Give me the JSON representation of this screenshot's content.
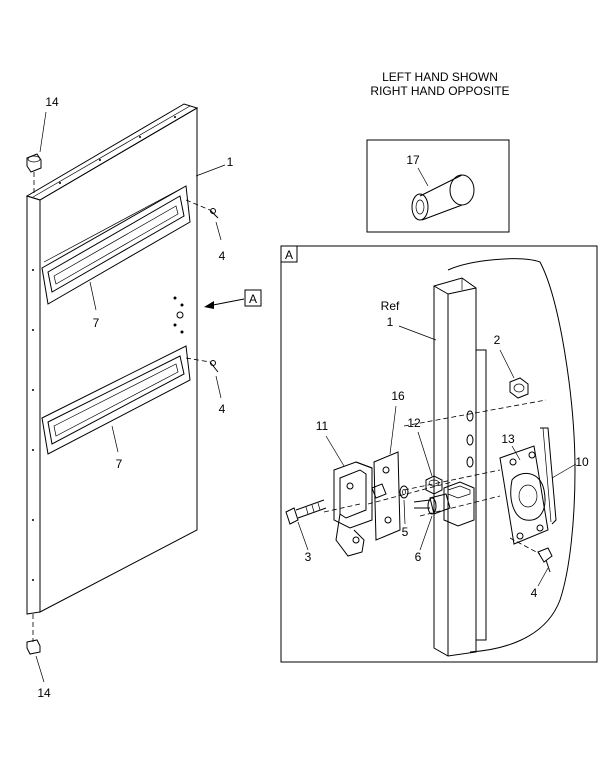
{
  "note": {
    "line1": "LEFT HAND SHOWN",
    "line2": "RIGHT HAND OPPOSITE"
  },
  "detail": {
    "letter": "A",
    "callout_letter": "A",
    "ref_word": "Ref",
    "ref_number": "1"
  },
  "callouts": {
    "c14_top": "14",
    "c1": "1",
    "c4_upper": "4",
    "c7_upper": "7",
    "c4_lower": "4",
    "c7_lower": "7",
    "c14_bottom": "14",
    "c17": "17",
    "c2": "2",
    "c16": "16",
    "c11": "11",
    "c12": "12",
    "c13": "13",
    "c10": "10",
    "c5": "5",
    "c6": "6",
    "c3": "3",
    "c4_detail": "4"
  }
}
